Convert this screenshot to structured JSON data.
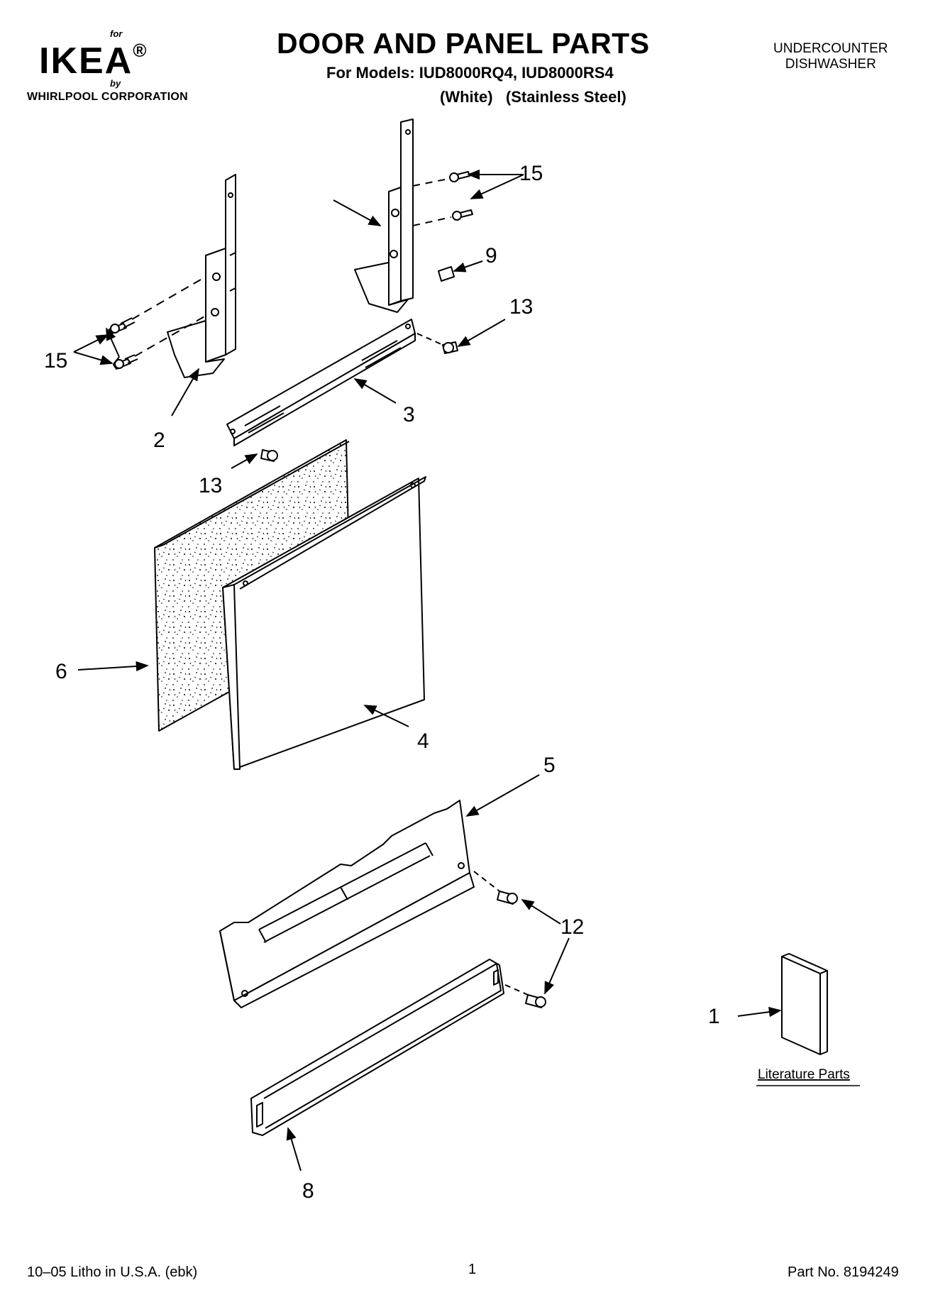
{
  "header": {
    "brand_for": "for",
    "brand_name": "IKEA",
    "brand_mark": "®",
    "brand_by": "by",
    "brand_corporation": "WHIRLPOOL CORPORATION",
    "title": "DOOR AND PANEL PARTS",
    "models_line": "For Models: IUD8000RQ4, IUD8000RS4",
    "variants_line": "(White)   (Stainless Steel)",
    "product_type_line1": "UNDERCOUNTER",
    "product_type_line2": "DISHWASHER"
  },
  "diagram": {
    "callouts": {
      "c1": "1",
      "c2": "2",
      "c3": "3",
      "c4": "4",
      "c5": "5",
      "c6": "6",
      "c8": "8",
      "c9": "9",
      "c12": "12",
      "c13a": "13",
      "c13b": "13",
      "c15a": "15",
      "c15b": "15"
    },
    "literature_label": "Literature Parts"
  },
  "footer": {
    "litho": "10–05 Litho in U.S.A. (ebk)",
    "page_number": "1",
    "part_number": "Part No. 8194249"
  }
}
